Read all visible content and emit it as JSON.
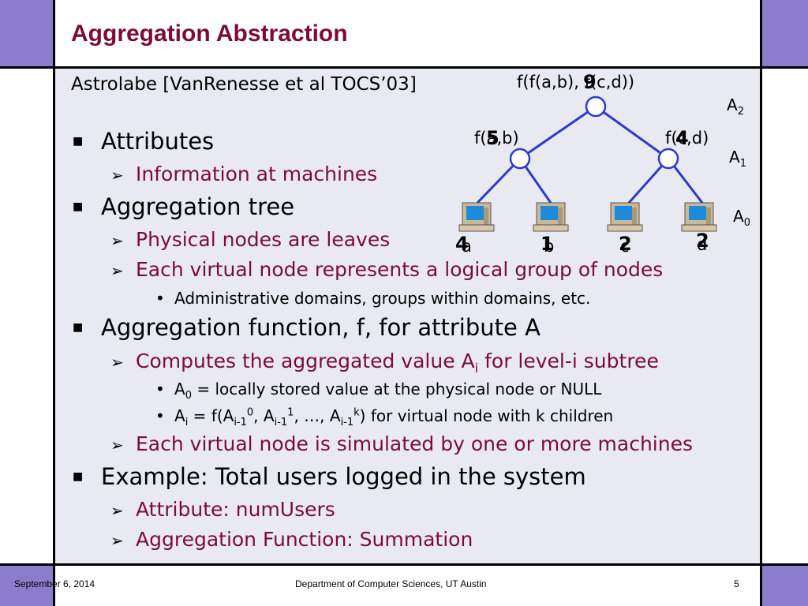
{
  "slide": {
    "title": "Aggregation Abstraction",
    "subtitle": "Astrolabe [VanRenesse et al TOCS’03]"
  },
  "bullets": {
    "attributes": "Attributes",
    "attributes_sub": "Information at machines",
    "tree": "Aggregation tree",
    "tree_sub1": "Physical nodes are leaves",
    "tree_sub2": "Each virtual node represents a logical group of nodes",
    "tree_sub2_detail": "Administrative domains, groups within domains, etc.",
    "function": "Aggregation function, f, for attribute A",
    "function_sub1_pre": "Computes the aggregated value A",
    "function_sub1_subscript": "i",
    "function_sub1_post": " for level-i subtree",
    "a0_pre": "A",
    "a0_sub": "0",
    "a0_text": " = locally stored value at the physical node or NULL",
    "ai_a": "A",
    "ai_i": "i",
    "ai_eq": " = f(A",
    "ai_sub1": "i-1",
    "ai_sup1": "0",
    "ai_comma1": ", A",
    "ai_sub2": "i-1",
    "ai_sup2": "1",
    "ai_comma2": ", …, A",
    "ai_sub3": "i-1",
    "ai_sup3": "k",
    "ai_tail": ")  for virtual node with k children",
    "function_sub2": "Each virtual node is simulated by one or more machines",
    "example": "Example: Total users logged in the system",
    "example_sub1": "Attribute: numUsers",
    "example_sub2": "Aggregation Function: Summation"
  },
  "tree": {
    "root_label": "f(f(a,b), f(c,d))",
    "root_value": "9",
    "left_label": "f(a,b)",
    "left_value": "5",
    "right_label": "f(c,d)",
    "right_value": "4",
    "leaves": [
      {
        "name": "a",
        "value": "4"
      },
      {
        "name": "b",
        "value": "1"
      },
      {
        "name": "c",
        "value": "2"
      },
      {
        "name": "d",
        "value": "2"
      }
    ],
    "levels": {
      "a2": "A",
      "a2_sub": "2",
      "a1": "A",
      "a1_sub": "1",
      "a0": "A",
      "a0_sub": "0"
    }
  },
  "footer": {
    "date": "September 6, 2014",
    "department": "Department of Computer Sciences, UT Austin",
    "page": "5"
  },
  "colors": {
    "title": "#7b0c3a",
    "frame_accent": "#8c7ccc",
    "panel": "#e9e9f1",
    "tree_edge": "#2b3cc8"
  },
  "icons": {
    "bullet": "square-bullet",
    "sub_bullet": "arrow-bullet",
    "leaf": "computer-icon"
  }
}
